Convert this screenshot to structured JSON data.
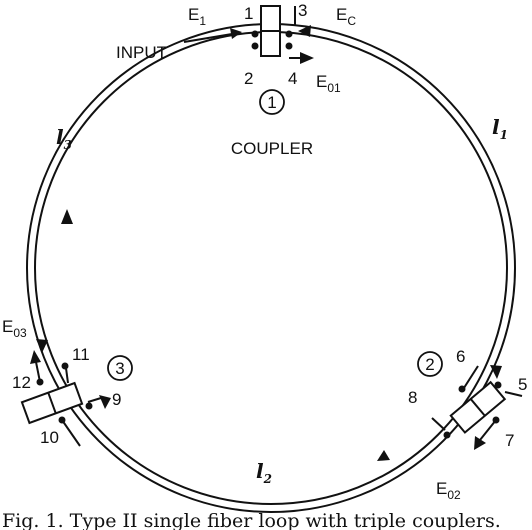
{
  "labels": {
    "e1": "E",
    "e1_sub": "1",
    "ec": "E",
    "ec_sub": "C",
    "input": "INPUT",
    "e01": "E",
    "e01_sub": "01",
    "e02": "E",
    "e02_sub": "02",
    "e03": "E",
    "e03_sub": "03",
    "coupler": "COUPLER",
    "coupler1_num": "1",
    "coupler2_num": "2",
    "coupler3_num": "3",
    "l1": "l",
    "l1_sub": "1",
    "l2": "l",
    "l2_sub": "2",
    "l3": "l",
    "l3_sub": "3"
  },
  "ports": [
    "1",
    "2",
    "3",
    "4",
    "5",
    "6",
    "7",
    "8",
    "9",
    "10",
    "11",
    "12"
  ],
  "caption": "Fig. 1.   Type II single fiber loop with triple couplers."
}
